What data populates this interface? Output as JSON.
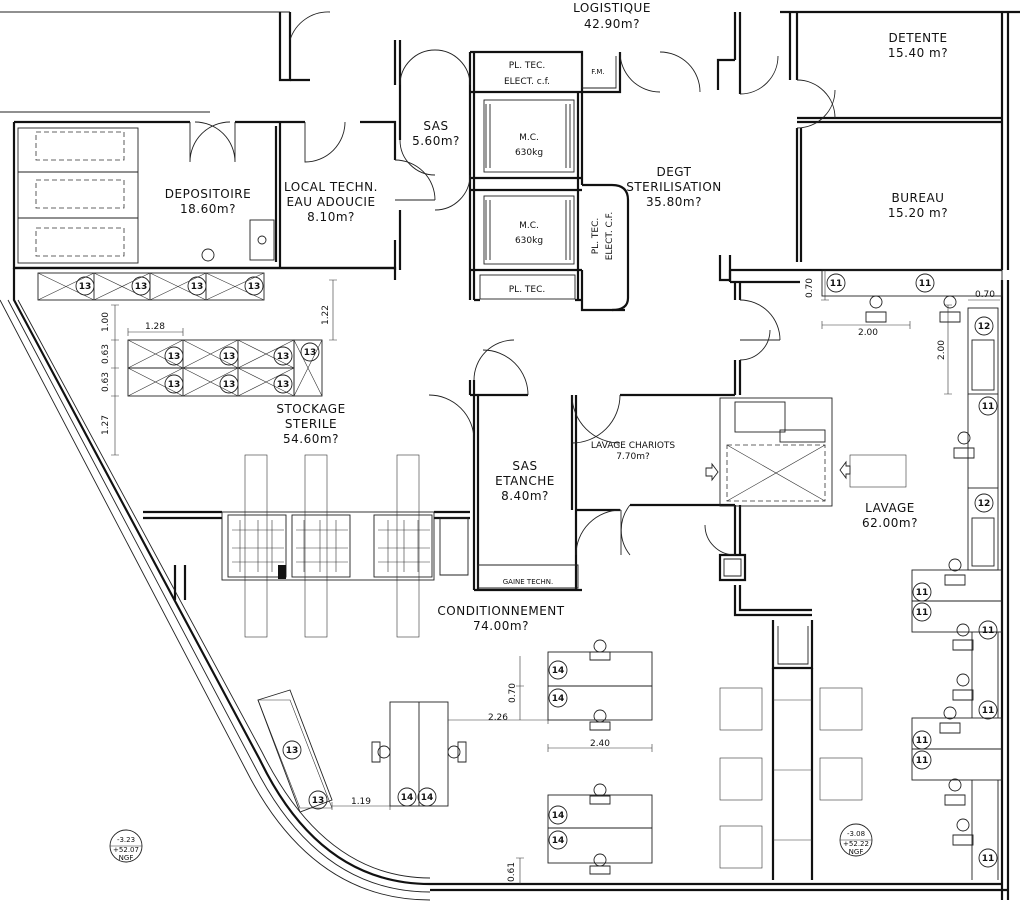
{
  "rooms": [
    {
      "id": "logistique",
      "name": "LOGISTIQUE",
      "area": "42.90m?"
    },
    {
      "id": "detente",
      "name": "DETENTE",
      "area": "15.40 m?"
    },
    {
      "id": "bureau",
      "name": "BUREAU",
      "area": "15.20 m?"
    },
    {
      "id": "depositoire",
      "name": "DEPOSITOIRE",
      "area": "18.60m?"
    },
    {
      "id": "local-techn",
      "name1": "LOCAL TECHN.",
      "name2": "EAU ADOUCIE",
      "area": "8.10m?"
    },
    {
      "id": "sas",
      "name": "SAS",
      "area": "5.60m?"
    },
    {
      "id": "degt",
      "name1": "DEGT",
      "name2": "STERILISATION",
      "area": "35.80m?"
    },
    {
      "id": "stockage",
      "name1": "STOCKAGE",
      "name2": "STERILE",
      "area": "54.60m?"
    },
    {
      "id": "sas-etanche",
      "name1": "SAS",
      "name2": "ETANCHE",
      "area": "8.40m?"
    },
    {
      "id": "lavage-chariots",
      "name": "LAVAGE CHARIOTS",
      "area": "7.70m?"
    },
    {
      "id": "lavage",
      "name": "LAVAGE",
      "area": "62.00m?"
    },
    {
      "id": "conditionnement",
      "name": "CONDITIONNEMENT",
      "area": "74.00m?"
    }
  ],
  "technical": {
    "pl_tec_elect_top_1": "PL. TEC.",
    "pl_tec_elect_top_2": "ELECT. c.f.",
    "fm": "F.M.",
    "mc": "M.C.",
    "mc_load": "630kg",
    "pl_tec": "PL. TEC.",
    "pl_tec_elect_side_1": "PL. TEC.",
    "pl_tec_elect_side_2": "ELECT. C.F.",
    "gaine": "GAINE TECHN."
  },
  "dimensions": {
    "d128": "1.28",
    "d100": "1.00",
    "d063a": "0.63",
    "d063b": "0.63",
    "d127": "1.27",
    "d122": "1.22",
    "d070a": "0.70",
    "d070b": "0.70",
    "d200a": "2.00",
    "d200b": "2.00",
    "d070c": "0.70",
    "d226": "2.26",
    "d240": "2.40",
    "d119": "1.19",
    "d061": "0.61"
  },
  "levels": [
    {
      "id": "left",
      "l1": "-3.23",
      "l2": "+52.07",
      "l3": "NGF"
    },
    {
      "id": "right",
      "l1": "-3.08",
      "l2": "+52.22",
      "l3": "NGF"
    }
  ],
  "tags": {
    "t11": "11",
    "t12": "12",
    "t13": "13",
    "t14": "14"
  },
  "colors": {
    "line": "#111111",
    "background": "#ffffff"
  }
}
